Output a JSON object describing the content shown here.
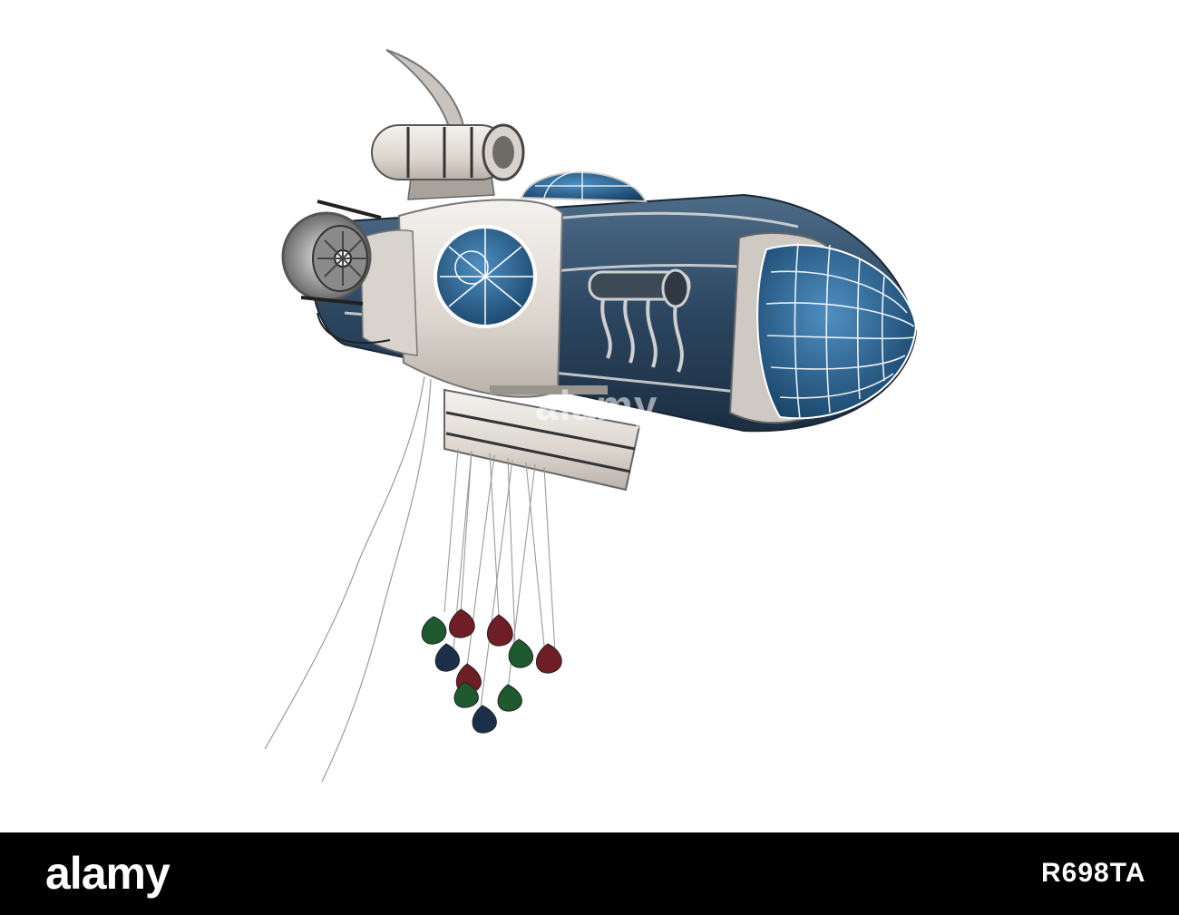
{
  "image": {
    "subject": "",
    "background_color": "#ffffff"
  },
  "watermark": {
    "text": "alamy"
  },
  "footer": {
    "logo_text": "alamy",
    "image_id": "R698TA",
    "background_color": "#000000"
  },
  "colors": {
    "hull_white": "#e6e2dd",
    "hull_blue": "#2e4a63",
    "glass_blue": "#1f5e8c",
    "balloon_green": "#1f5a2e",
    "balloon_red": "#6e1e24",
    "balloon_navy": "#1c2f4a"
  }
}
